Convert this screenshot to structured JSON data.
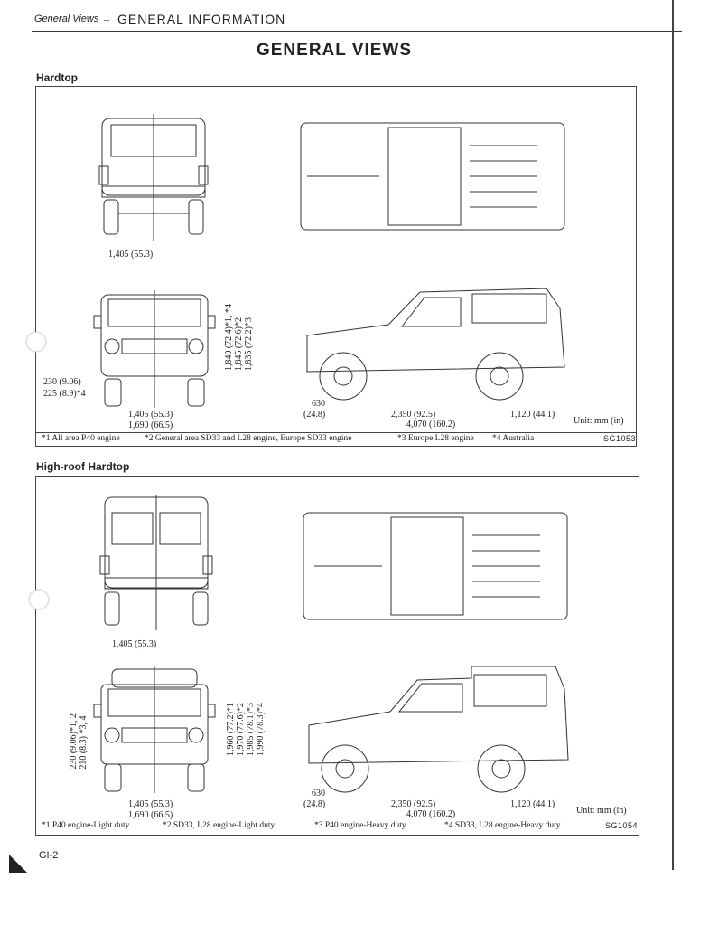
{
  "header": {
    "section": "General Views",
    "chapter": "GENERAL INFORMATION"
  },
  "title": "GENERAL VIEWS",
  "sections": [
    {
      "name": "Hardtop",
      "rear_track": "1,405 (55.3)",
      "ground_clearance": [
        "230 (9.06)",
        "225 (8.9)*4"
      ],
      "front_track": "1,405 (55.3)",
      "width": "1,690 (66.5)",
      "heights": [
        "1,840 (72.4)*1, *4",
        "1,845 (72.6)*2",
        "1,835 (72.2)*3"
      ],
      "front_overhang": [
        "630",
        "(24.8)"
      ],
      "wheelbase": "2,350 (92.5)",
      "rear_overhang": "1,120 (44.1)",
      "length": "4,070 (160.2)",
      "unit": "Unit:  mm (in)",
      "footnotes": [
        "*1  All area P40 engine",
        "*2  General area SD33 and L28 engine, Europe SD33 engine",
        "*3  Europe L28 engine",
        "*4  Australia"
      ],
      "code": "SG1053"
    },
    {
      "name": "High-roof Hardtop",
      "rear_track": "1,405 (55.3)",
      "ground_clearance": [
        "230 (9.06)*1, 2",
        "210 (8.3) *3, 4"
      ],
      "front_track": "1,405 (55.3)",
      "width": "1,690 (66.5)",
      "heights": [
        "1,960 (77.2)*1",
        "1,970 (77.6)*2",
        "1,985 (78.1)*3",
        "1,990 (78.3)*4"
      ],
      "front_overhang": [
        "630",
        "(24.8)"
      ],
      "wheelbase": "2,350 (92.5)",
      "rear_overhang": "1,120 (44.1)",
      "length": "4,070 (160.2)",
      "unit": "Unit:  mm (in)",
      "footnotes": [
        "*1  P40 engine-Light duty",
        "*2  SD33, L28 engine-Light duty",
        "*3  P40 engine-Heavy duty",
        "*4  SD33, L28 engine-Heavy duty"
      ],
      "code": "SG1054"
    }
  ],
  "page_number": "GI-2"
}
